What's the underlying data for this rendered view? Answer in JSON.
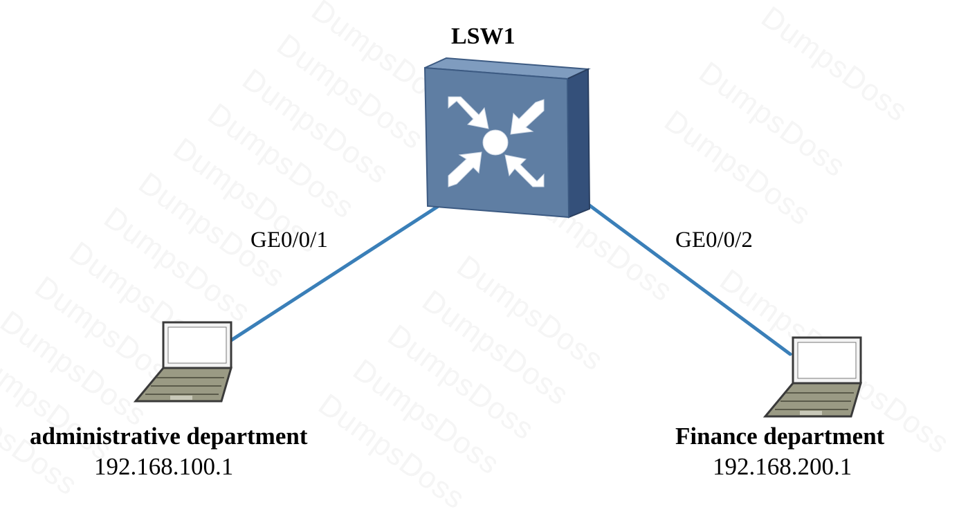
{
  "switch": {
    "name": "LSW1",
    "icon": "layer3-switch-icon"
  },
  "links": [
    {
      "port": "GE0/0/1",
      "endpoint": "administrative department"
    },
    {
      "port": "GE0/0/2",
      "endpoint": "Finance department"
    }
  ],
  "hosts": [
    {
      "name": "administrative department",
      "ip": "192.168.100.1",
      "icon": "laptop-icon"
    },
    {
      "name": "Finance department",
      "ip": "192.168.200.1",
      "icon": "laptop-icon"
    }
  ],
  "watermark": "DumpsDoss",
  "colors": {
    "link": "#3a7fb8",
    "switch_face": "#5f7ea3",
    "switch_side": "#34507a"
  }
}
